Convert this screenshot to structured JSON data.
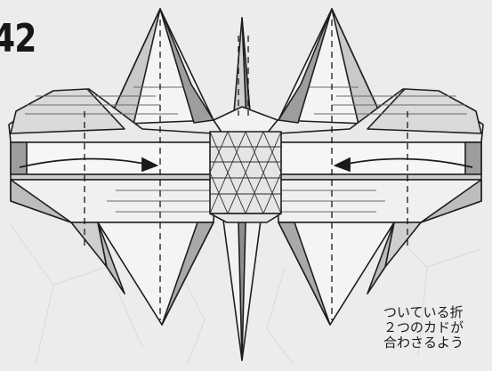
{
  "step": {
    "number": "42"
  },
  "instruction": {
    "lines": [
      "ついている折",
      "２つのカドが",
      "合わさるよう"
    ]
  },
  "colors": {
    "paper_light": "#f4f4f4",
    "paper_mid": "#c9c9c9",
    "paper_dark": "#9d9d9d",
    "line": "#1e1e1e",
    "background": "#ececec"
  },
  "icons": [
    "arrow-left-icon",
    "arrow-right-icon"
  ]
}
